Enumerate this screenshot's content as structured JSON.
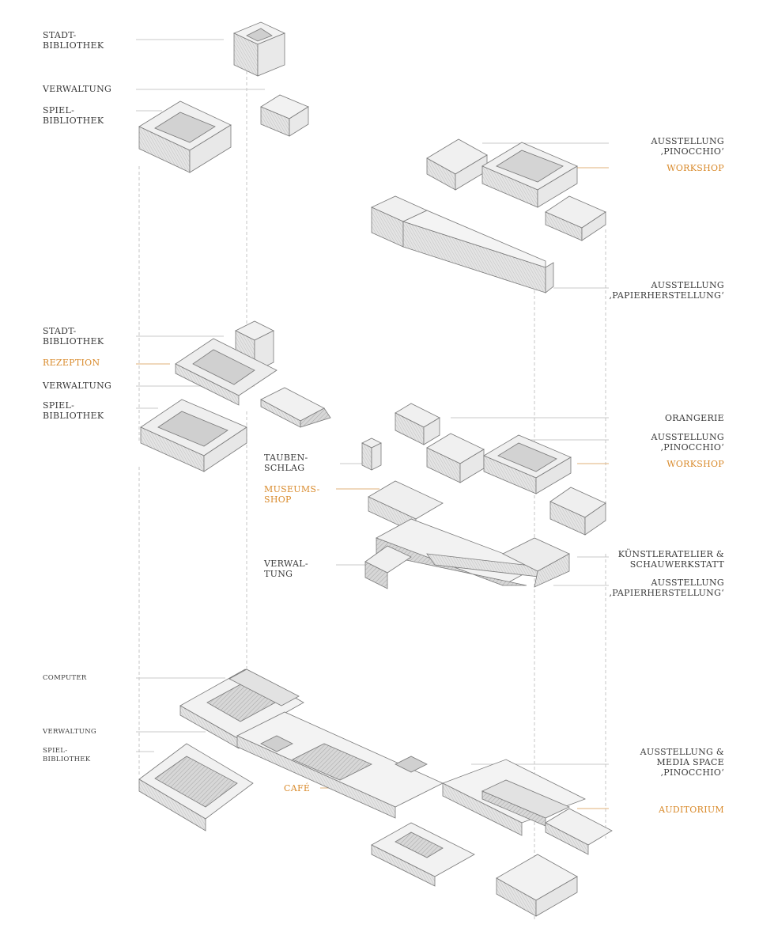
{
  "colors": {
    "text": "#3a3a3a",
    "accent": "#d98a2b",
    "leader": "#bdbdbd",
    "dash": "#bdbdbd"
  },
  "labels": {
    "top_stadtbibliothek": "STADT-\nBIBLIOTHEK",
    "top_verwaltung": "VERWALTUNG",
    "top_spielbibliothek": "SPIEL-\nBIBLIOTHEK",
    "top_ausstellung_pinocchio": "AUSSTELLUNG\n‚PINOCCHIO‘",
    "top_workshop": "WORKSHOP",
    "top_ausstellung_papier": "AUSSTELLUNG\n‚PAPIERHERSTELLUNG‘",
    "mid_stadtbibliothek": "STADT-\nBIBLIOTHEK",
    "mid_rezeption": "REZEPTION",
    "mid_verwaltung": "VERWALTUNG",
    "mid_spielbibliothek": "SPIEL-\nBIBLIOTHEK",
    "mid_orangerie": "ORANGERIE",
    "mid_ausstellung_pinocchio": "AUSSTELLUNG\n‚PINOCCHIO‘",
    "mid_workshop": "WORKSHOP",
    "mid_taubenschlag": "TAUBEN-\nSCHLAG",
    "mid_museumsshop": "MUSEUMS-\nSHOP",
    "mid_verwal_tung": "VERWAL-\nTUNG",
    "mid_kuenstleratelier": "KÜNSTLERATELIER &\nSCHAUWERKSTATT",
    "mid_ausstellung_papier": "AUSSTELLUNG\n‚PAPIERHERSTELLUNG‘",
    "low_computer": "COMPUTER",
    "low_verwaltung": "VERWALTUNG",
    "low_spielbibliothek": "SPIEL-\nBIBLIOTHEK",
    "low_cafe": "CAFÉ",
    "low_ausstellung_media": "AUSSTELLUNG &\nMEDIA SPACE\n‚PINOCCHIO‘",
    "low_auditorium": "AUDITORIUM"
  }
}
